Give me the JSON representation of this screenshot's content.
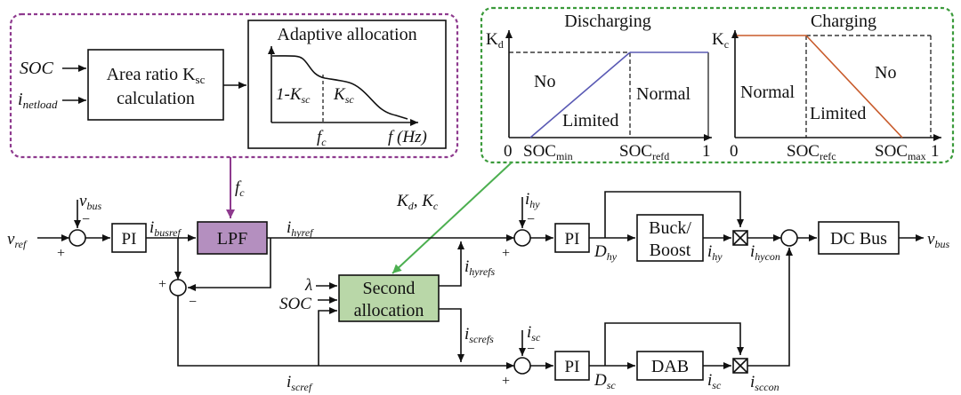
{
  "colors": {
    "top_left_border": "#8e3a8e",
    "top_right_border": "#3a9a3a",
    "lpf_fill": "#b48fbf",
    "second_alloc_fill": "#b9d7a8",
    "feed_arrow_purple": "#8e3a8e",
    "feed_arrow_green": "#4caf50",
    "discharge_line": "#5a5ab4",
    "charge_line": "#c85a2a"
  },
  "top_left": {
    "input_soc": "SOC",
    "input_inet_main": "i",
    "input_inet_sub": "netload",
    "area_block_line1_main": "Area ratio K",
    "area_block_line1_sub": "sc",
    "area_block_line2": "calculation",
    "adaptive_title": "Adaptive allocation",
    "label_1ksc_main": "1-K",
    "label_1ksc_sub": "sc",
    "label_ksc_main": "K",
    "label_ksc_sub": "sc",
    "label_fc_main": "f",
    "label_fc_sub": "c",
    "label_fhz": "f (Hz)"
  },
  "discharging": {
    "title": "Discharging",
    "ylabel_main": "K",
    "ylabel_sub": "d",
    "region_no": "No",
    "region_limited": "Limited",
    "region_normal": "Normal",
    "tick_0": "0",
    "tick_socmin_main": "SOC",
    "tick_socmin_sub": "min",
    "tick_socrefd_main": "SOC",
    "tick_socrefd_sub": "refd",
    "tick_1": "1"
  },
  "charging": {
    "title": "Charging",
    "ylabel_main": "K",
    "ylabel_sub": "c",
    "region_normal": "Normal",
    "region_limited": "Limited",
    "region_no": "No",
    "tick_0": "0",
    "tick_socrefc_main": "SOC",
    "tick_socrefc_sub": "refc",
    "tick_socmax_main": "SOC",
    "tick_socmax_sub": "max",
    "tick_1": "1"
  },
  "main": {
    "fc_main": "f",
    "fc_sub": "c",
    "kd_kc": "K",
    "kd_sub": "d",
    "kc_sub": "c",
    "vbus_main": "v",
    "vbus_sub": "bus",
    "vref_main": "v",
    "vref_sub": "ref",
    "pi": "PI",
    "ibusref_main": "i",
    "ibusref_sub": "busref",
    "lpf": "LPF",
    "ihyref_main": "i",
    "ihyref_sub": "hyref",
    "ihy_main": "i",
    "ihy_sub": "hy",
    "dhy_main": "D",
    "dhy_sub": "hy",
    "buck_line1": "Buck/",
    "buck_line2": "Boost",
    "ihycon_main": "i",
    "ihycon_sub": "hycon",
    "dcbus": "DC Bus",
    "vbus_out_main": "v",
    "vbus_out_sub": "bus",
    "lambda": "λ",
    "soc": "SOC",
    "second_line1": "Second",
    "second_line2": "allocation",
    "ihyrefs_main": "i",
    "ihyrefs_sub": "hyrefs",
    "iscrefs_main": "i",
    "iscrefs_sub": "screfs",
    "isc_main": "i",
    "isc_sub": "sc",
    "dsc_main": "D",
    "dsc_sub": "sc",
    "dab": "DAB",
    "isccon_main": "i",
    "isccon_sub": "sccon",
    "iscref_main": "i",
    "iscref_sub": "scref",
    "plus": "+",
    "minus": "−"
  }
}
